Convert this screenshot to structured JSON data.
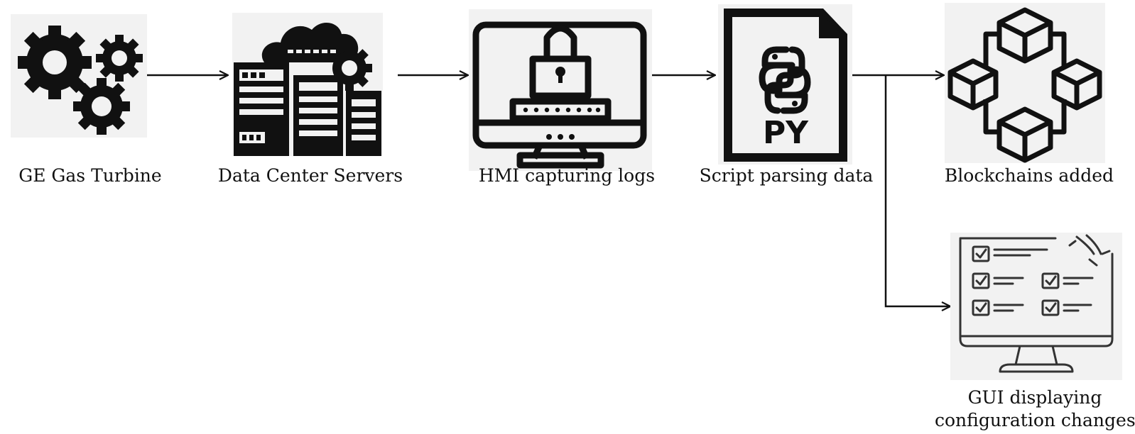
{
  "diagram": {
    "nodes": [
      {
        "id": "turbine",
        "label": "GE Gas Turbine",
        "icon": "gears-icon"
      },
      {
        "id": "servers",
        "label": "Data Center Servers",
        "icon": "server-cloud-icon"
      },
      {
        "id": "hmi",
        "label": "HMI capturing logs",
        "icon": "locked-monitor-icon"
      },
      {
        "id": "script",
        "label": "Script parsing data",
        "icon": "python-file-icon",
        "icon_text": "PY"
      },
      {
        "id": "blockchain",
        "label": "Blockchains added",
        "icon": "blockchain-cubes-icon"
      },
      {
        "id": "gui",
        "label_lines": [
          "GUI displaying",
          "configuration changes"
        ],
        "icon": "checklist-monitor-icon"
      }
    ],
    "edges": [
      {
        "from": "turbine",
        "to": "servers"
      },
      {
        "from": "servers",
        "to": "hmi"
      },
      {
        "from": "hmi",
        "to": "script"
      },
      {
        "from": "script",
        "to": "blockchain"
      },
      {
        "from": "script",
        "to": "gui"
      }
    ]
  }
}
